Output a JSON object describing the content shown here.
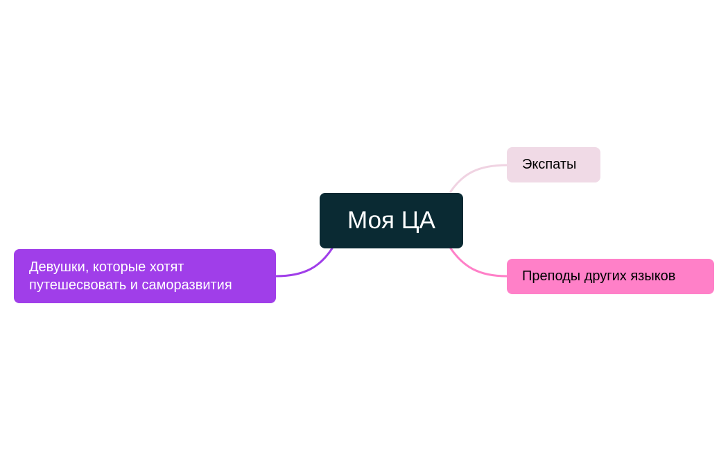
{
  "mindmap": {
    "central": {
      "label": "Моя ЦА",
      "color": "#0a2a33"
    },
    "branches": [
      {
        "id": "expats",
        "label": "Экспаты",
        "color": "#f0dae6",
        "line_color": "#f0d3e2"
      },
      {
        "id": "teachers",
        "label": "Преподы других языков",
        "color": "#ff80c8",
        "line_color": "#ff80c8"
      },
      {
        "id": "girls",
        "label_lines": [
          "Девушки, которые хотят",
          "путешесвовать и саморазвития"
        ],
        "color": "#a03ee9",
        "line_color": "#a03ee9"
      }
    ]
  }
}
